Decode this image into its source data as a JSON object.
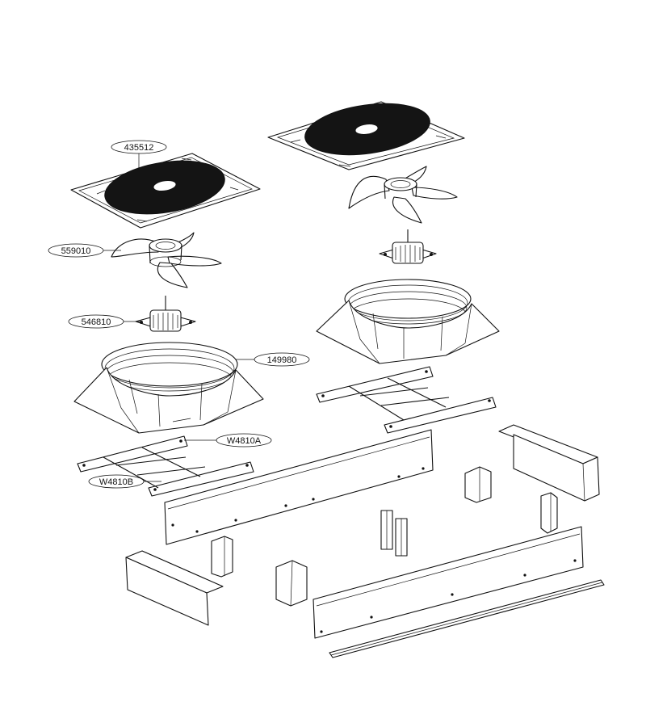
{
  "callouts": {
    "fan_guard": "435512",
    "fan_blade": "559010",
    "fan_motor": "546810",
    "fan_shroud": "149980",
    "rail_a": "W4810A",
    "rail_b": "W4810B"
  },
  "colors": {
    "line": "#111111",
    "fill": "#ffffff",
    "grille": "#141414"
  }
}
